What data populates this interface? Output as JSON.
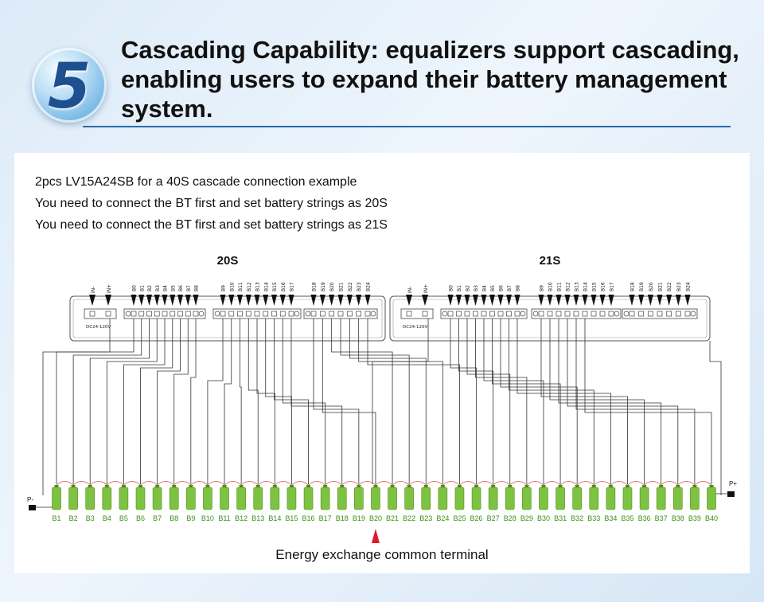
{
  "badge_number": "5",
  "heading_lines": [
    "Cascading Capability: equalizers support cascading,",
    "enabling users to expand their battery management",
    "system."
  ],
  "panel": {
    "lines": [
      "2pcs LV15A24SB for a 40S cascade connection example",
      "You need to connect the BT first and set battery strings as 20S",
      "You need to connect the BT first and set battery strings as 21S"
    ]
  },
  "diagram": {
    "module_labels": [
      "20S",
      "21S"
    ],
    "input_labels": [
      "IN-",
      "IN+"
    ],
    "voltage_label": "DC24-120V",
    "terminal_groups": [
      [
        "B0",
        "B1",
        "B2",
        "B3",
        "B4",
        "B5",
        "B6",
        "B7",
        "B8"
      ],
      [
        "B9",
        "B10",
        "B11",
        "B12",
        "B13",
        "B14",
        "B15",
        "B16",
        "B17"
      ],
      [
        "B18",
        "B19",
        "B20",
        "B21",
        "B22",
        "B23",
        "B24"
      ]
    ],
    "cells": [
      "B1",
      "B2",
      "B3",
      "B4",
      "B5",
      "B6",
      "B7",
      "B8",
      "B9",
      "B10",
      "B11",
      "B12",
      "B13",
      "B14",
      "B15",
      "B16",
      "B17",
      "B18",
      "B19",
      "B20",
      "B21",
      "B22",
      "B23",
      "B24",
      "B25",
      "B26",
      "B27",
      "B28",
      "B29",
      "B30",
      "B31",
      "B32",
      "B33",
      "B34",
      "B35",
      "B36",
      "B37",
      "B38",
      "B39",
      "B40"
    ],
    "p_minus": "P-",
    "p_plus": "P+",
    "annotation": "Energy exchange common terminal",
    "colors": {
      "cell": "#7ec242",
      "link": "#d95050",
      "arrow": "#e0192a",
      "wire": "#333333"
    }
  }
}
